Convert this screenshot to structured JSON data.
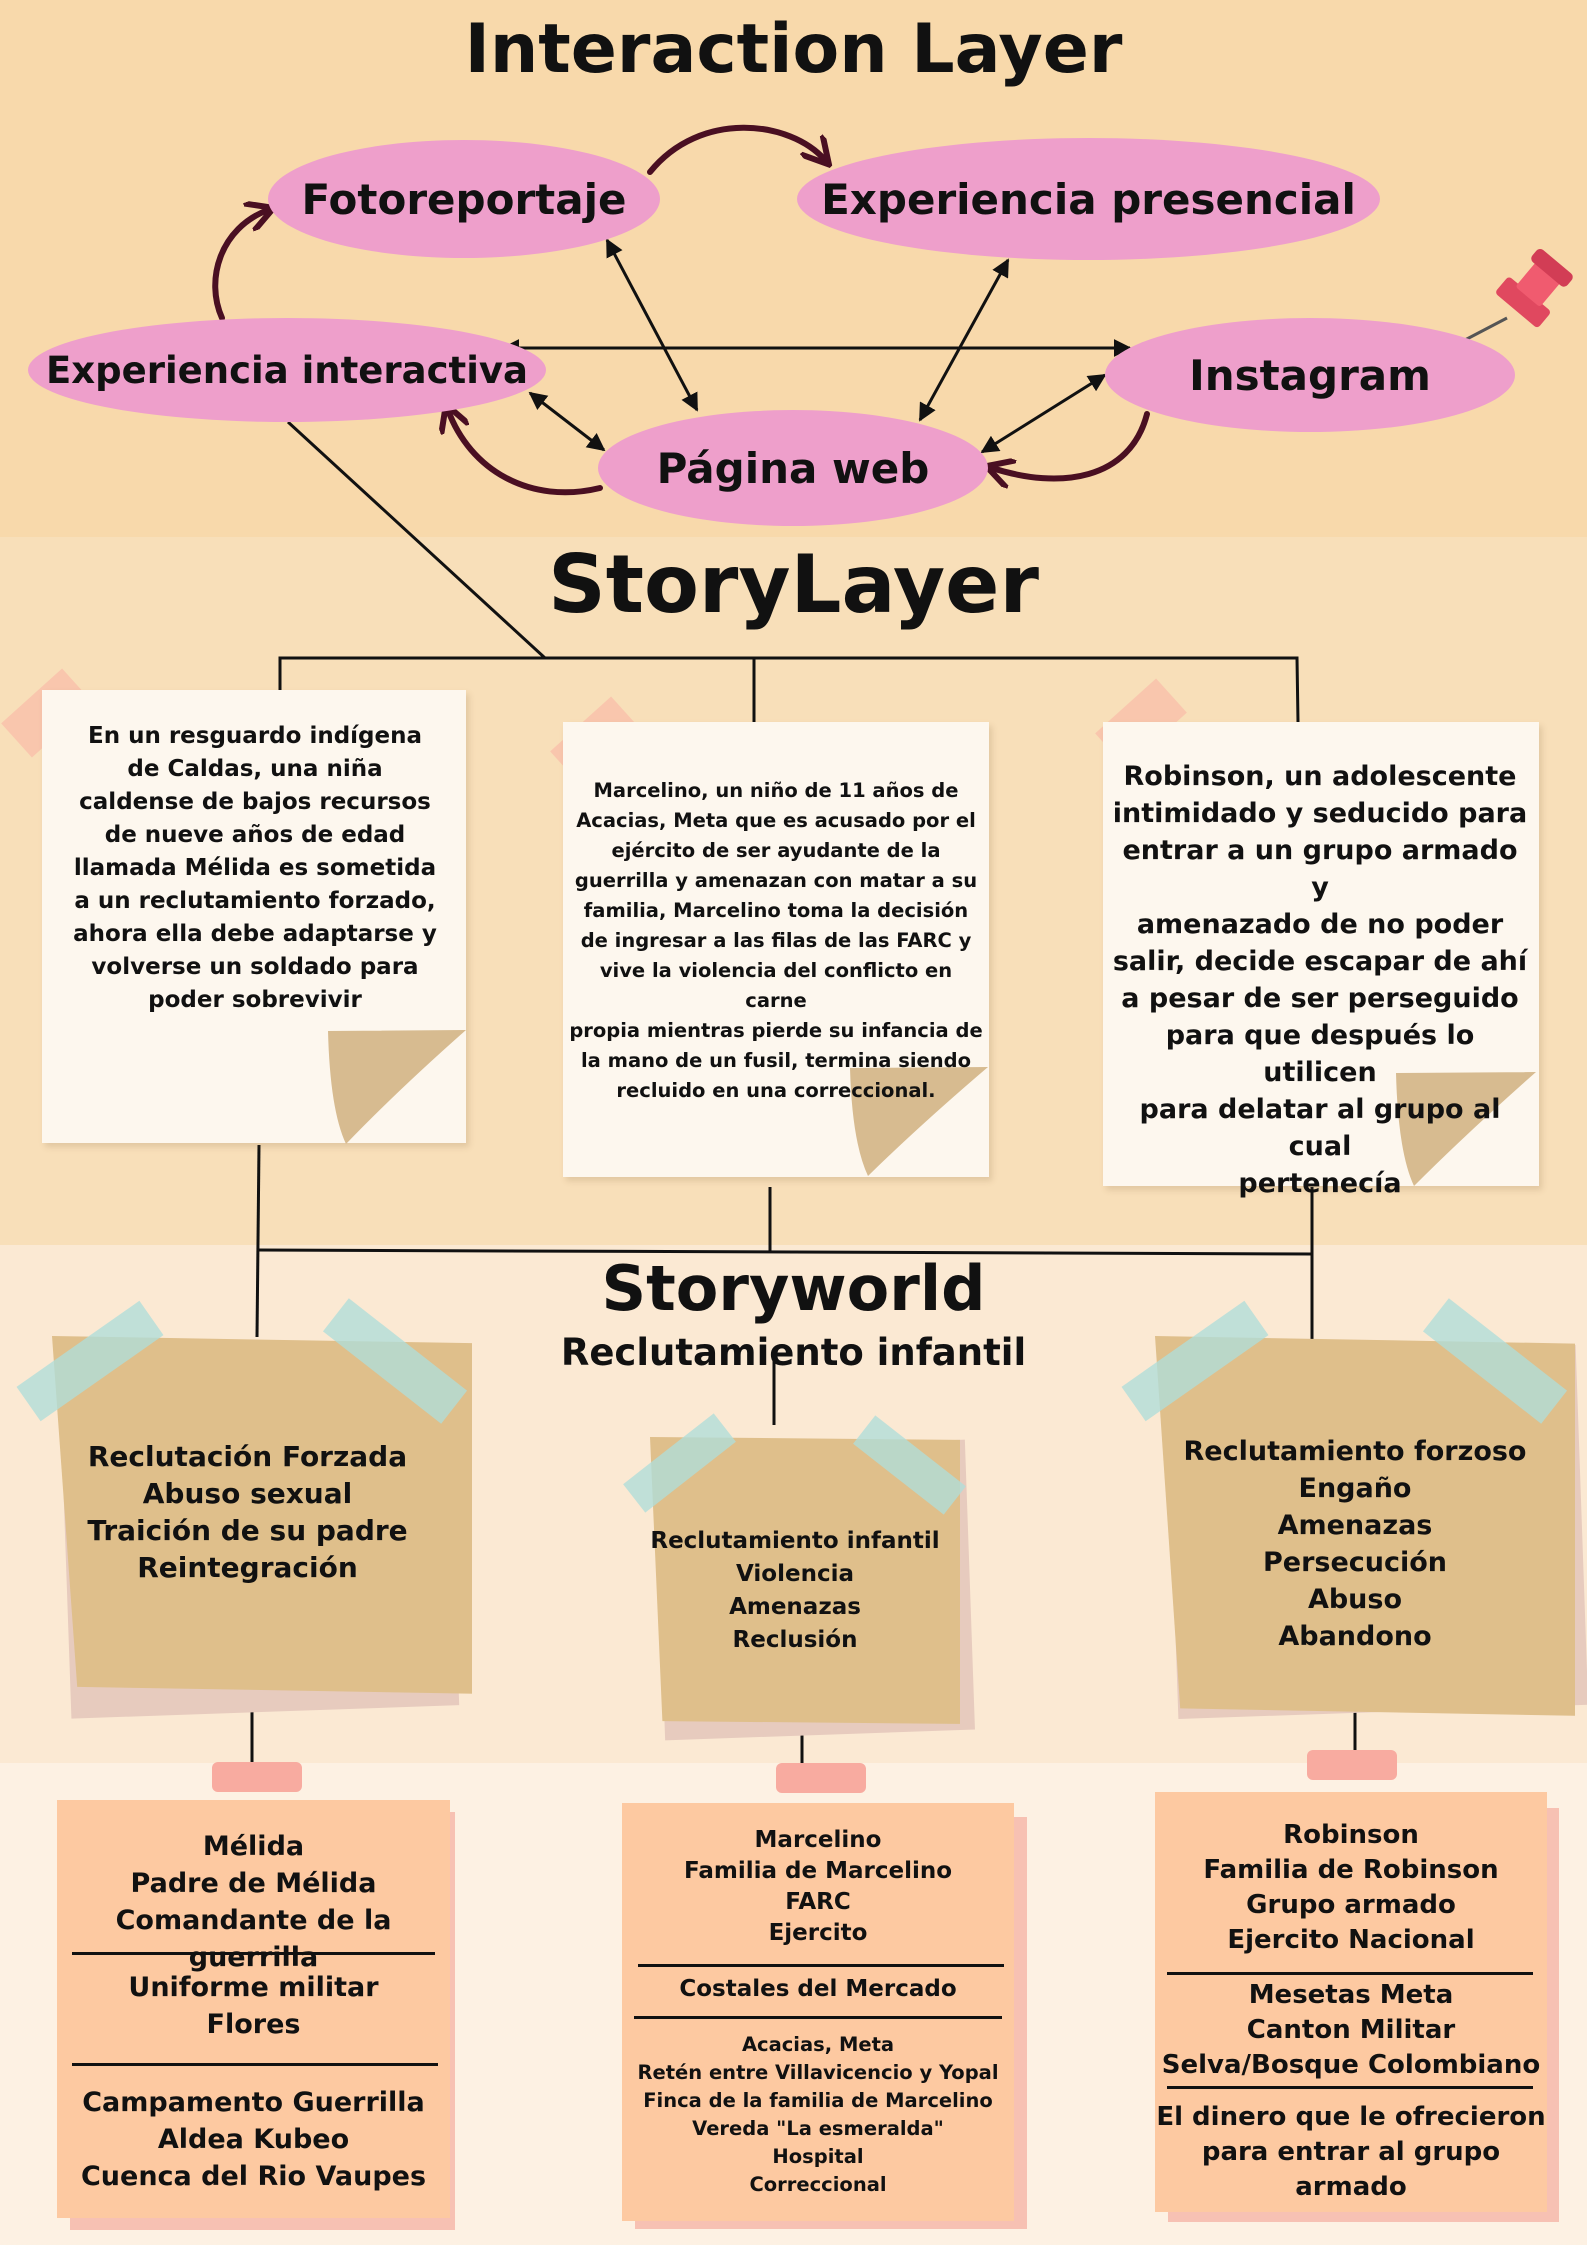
{
  "interaction_layer": {
    "title": "Interaction Layer",
    "nodes": {
      "fotoreportaje": "Fotoreportaje",
      "experiencia_presencial": "Experiencia presencial",
      "experiencia_interactiva": "Experiencia interactiva",
      "instagram": "Instagram",
      "pagina_web": "Página web"
    }
  },
  "story_layer": {
    "title": "StoryLayer",
    "stories": [
      "En un resguardo indígena\nde Caldas, una niña\ncaldense de bajos recursos\nde nueve años de edad\nllamada Mélida es sometida\na un reclutamiento forzado,\nahora ella debe adaptarse y\nvolverse un soldado para\npoder sobrevivir",
      "Marcelino, un niño de 11 años de\nAcacias, Meta que es acusado por el\nejército de ser ayudante de la\nguerrilla y amenazan con matar a su\nfamilia, Marcelino toma  la decisión\nde ingresar a las filas de las FARC y\nvive la violencia del conflicto en carne\npropia mientras pierde su infancia de\nla mano de un fusil, termina siendo\nrecluido en una correccional.",
      "Robinson, un adolescente\nintimidado y seducido para\nentrar a un grupo armado y\namenazado de no poder\nsalir, decide escapar de ahí\na pesar de ser perseguido\npara que después lo utilicen\npara delatar al grupo al cual\npertenecía"
    ]
  },
  "storyworld": {
    "title": "Storyworld",
    "subtitle": "Reclutamiento infantil",
    "themes": [
      "Reclutación Forzada\nAbuso sexual\nTraición de su padre\nReintegración",
      "Reclutamiento infantil\nViolencia\nAmenazas\nReclusión",
      "Reclutamiento forzoso\nEngaño\nAmenazas\nPersecución\nAbuso\nAbandono"
    ]
  },
  "elements": [
    {
      "characters": "Mélida\nPadre de Mélida\nComandante de la guerrilla",
      "objects": "Uniforme militar\nFlores",
      "places": "Campamento Guerrilla\nAldea Kubeo\nCuenca del Rio Vaupes"
    },
    {
      "characters": "Marcelino\nFamilia de Marcelino\nFARC\nEjercito",
      "objects": "Costales del Mercado",
      "places": "Acacias, Meta\nRetén entre Villavicencio y Yopal\nFinca de la familia de Marcelino\nVereda \"La esmeralda\"\nHospital\nCorreccional"
    },
    {
      "characters": "Robinson\nFamilia de Robinson\nGrupo armado\nEjercito Nacional",
      "objects": "Mesetas Meta\nCanton Militar\nSelva/Bosque Colombiano",
      "places": "El dinero que le ofrecieron\npara entrar al grupo armado"
    }
  ],
  "colors": {
    "band1": "#f8d9ab",
    "band2": "#f8dfb9",
    "band3": "#fbe9d3",
    "band4": "#fdf1e3",
    "ellipse": "#ee9fcb",
    "arrow_curve": "#4a0f22",
    "ticket": "#dfbf8b",
    "sticky": "#fdc9a1"
  },
  "icons": [
    "push-pin-icon"
  ]
}
